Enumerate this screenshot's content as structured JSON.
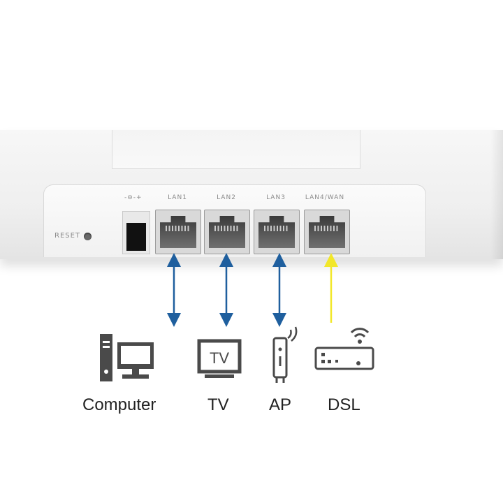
{
  "router": {
    "reset_label": "RESET",
    "dc_label": "-⊖-+",
    "ports": [
      {
        "id": "lan1",
        "label": "LAN1"
      },
      {
        "id": "lan2",
        "label": "LAN2"
      },
      {
        "id": "lan3",
        "label": "LAN3"
      },
      {
        "id": "lan4",
        "label": "LAN4/WAN"
      }
    ]
  },
  "devices": {
    "computer": "Computer",
    "tv": "TV",
    "tv_screen_text": "TV",
    "ap": "AP",
    "dsl": "DSL"
  },
  "colors": {
    "lan_cable": "#1f5f9e",
    "wan_cable": "#f2e72a",
    "icon": "#3f3f3f"
  }
}
